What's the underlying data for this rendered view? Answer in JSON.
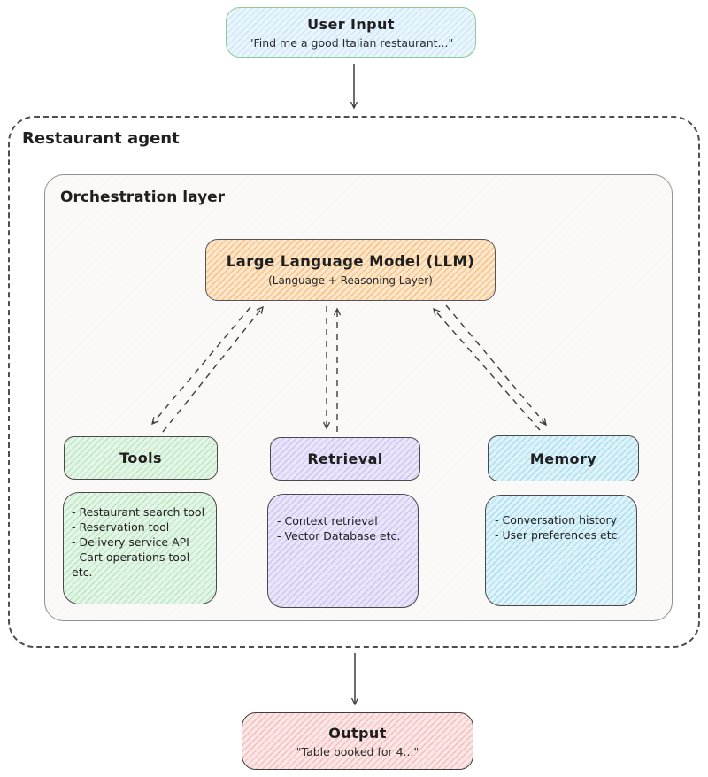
{
  "user_input": {
    "title": "User Input",
    "quote": "\"Find me a good Italian restaurant...\""
  },
  "agent_label": "Restaurant agent",
  "orchestration_label": "Orchestration layer",
  "llm": {
    "title": "Large Language Model (LLM)",
    "subtitle": "(Language + Reasoning Layer)"
  },
  "components": [
    {
      "title": "Tools",
      "items": [
        "- Restaurant search tool",
        "- Reservation tool",
        "- Delivery service API",
        "- Cart operations tool",
        "etc."
      ]
    },
    {
      "title": "Retrieval",
      "items": [
        "- Context retrieval",
        "- Vector Database etc."
      ]
    },
    {
      "title": "Memory",
      "items": [
        "- Conversation history",
        "- User preferences etc."
      ]
    }
  ],
  "output": {
    "title": "Output",
    "quote": "\"Table booked for 4...\""
  },
  "colors": {
    "text": "#1f1f1f",
    "arrow": "#3c3c3c",
    "dashed_container_border": "#4f4f4f",
    "orchestration_fill": "#faf9f7",
    "orchestration_border": "#909090",
    "user_input_fill": "#eaf6fd",
    "user_input_border": "#8fca90",
    "llm_fill": "#fde7cb",
    "llm_hatch": "#f6c38b",
    "tools_fill": "#e3f5e6",
    "retrieval_fill": "#eae5fa",
    "memory_fill": "#ddf2f9",
    "output_fill": "#fbe6e6"
  }
}
